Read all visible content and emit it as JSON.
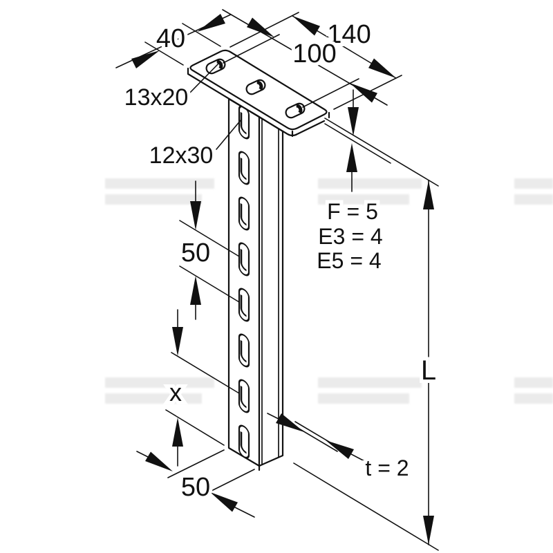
{
  "drawing": {
    "description": "Isometric technical drawing of a ceiling hanger bracket: slotted C-channel profile with flat top mounting plate",
    "colors": {
      "line": "#111111",
      "background": "#ffffff"
    },
    "labels": {
      "plate_width": "40",
      "plate_length": "140",
      "hole_spacing": "100",
      "plate_slot_size": "13x20",
      "channel_slot_size": "12x30",
      "slot_pitch": "50",
      "thickness_f": "F = 5",
      "thickness_e3": "E3 = 4",
      "thickness_e5": "E5 = 4",
      "bottom_offset": "x",
      "overall_length": "L",
      "wall_thickness": "t = 2",
      "channel_width": "50"
    }
  }
}
